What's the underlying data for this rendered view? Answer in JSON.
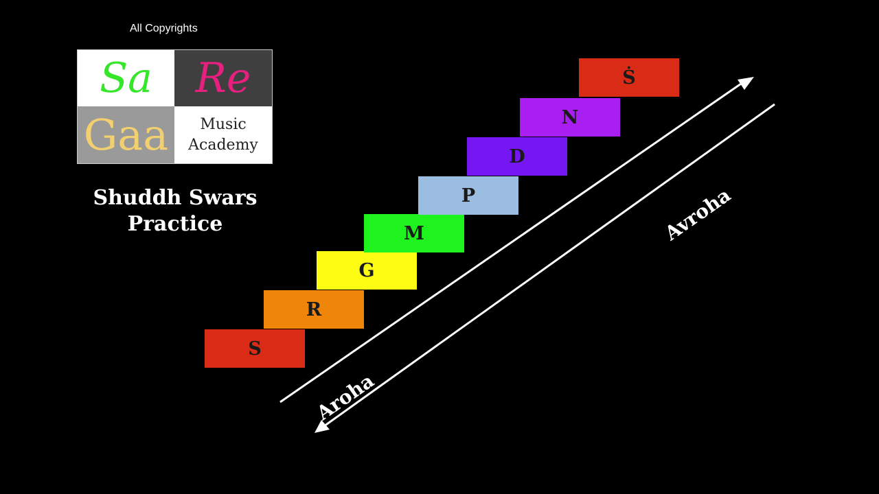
{
  "header": {
    "copyright": "All Copyrights"
  },
  "logo": {
    "sa": "Sa",
    "re": "Re",
    "gaa": "Gaa",
    "music": "Music",
    "academy": "Academy"
  },
  "title": {
    "line1": "Shuddh Swars",
    "line2": "Practice"
  },
  "notes": [
    {
      "label": "S",
      "color": "#d92b15"
    },
    {
      "label": "R",
      "color": "#ef860a"
    },
    {
      "label": "G",
      "color": "#fdfd14"
    },
    {
      "label": "M",
      "color": "#1ef31e"
    },
    {
      "label": "P",
      "color": "#9cbde2"
    },
    {
      "label": "D",
      "color": "#7616f2"
    },
    {
      "label": "N",
      "color": "#a91ff2"
    },
    {
      "label": "Ṡ",
      "color": "#d92b15"
    }
  ],
  "labels": {
    "aroha": "Aroha",
    "avroha": "Avroha"
  },
  "colors": {
    "background": "#000000",
    "text": "#ffffff",
    "arrow": "#ffffff"
  }
}
